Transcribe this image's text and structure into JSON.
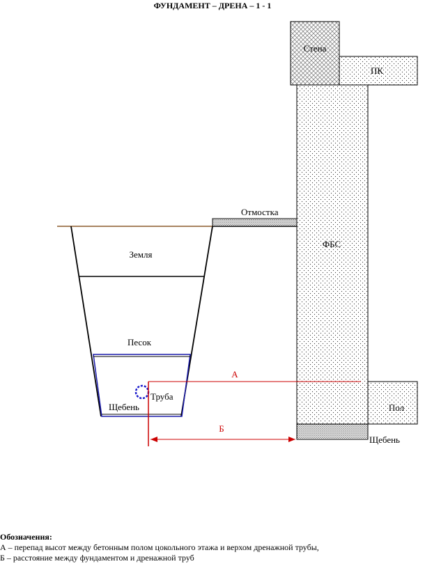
{
  "title": "ФУНДАМЕНТ – ДРЕНА – 1 - 1",
  "labels": {
    "wall": "Стена",
    "pk": "ПК",
    "fbs": "ФБС",
    "otmostka": "Отмостка",
    "earth": "Земля",
    "sand": "Песок",
    "pipe": "Труба",
    "gravel_trench": "Щебень",
    "gravel_base": "Щебень",
    "floor": "Пол",
    "dim_a": "А",
    "dim_b": "Б"
  },
  "colors": {
    "ground_line": "#8b5a2b",
    "dimension": "#cc0000",
    "gravel_outline": "#1a1aaa",
    "pipe": "#1a1acc"
  },
  "legend": {
    "heading": "Обозначения:",
    "items": [
      "А – перепад высот между бетонным полом цокольного этажа и верхом дренажной трубы,",
      "Б – расстояние между фундаментом и дренажной труб"
    ]
  }
}
